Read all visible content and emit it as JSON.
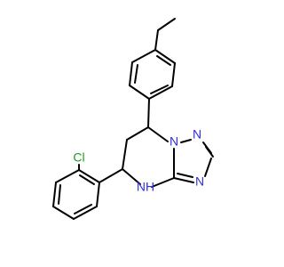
{
  "atom_colors": {
    "carbon": "#000000",
    "nitrogen": "#3030e0",
    "chlorine": "#1f9a1f",
    "background": "#ffffff"
  },
  "labels": {
    "n_ring_1": "N",
    "n_ring_2": "N",
    "n_ring_3": "N",
    "nh": "NH",
    "h": "H",
    "n_of_nh": "N",
    "cl": "Cl"
  }
}
